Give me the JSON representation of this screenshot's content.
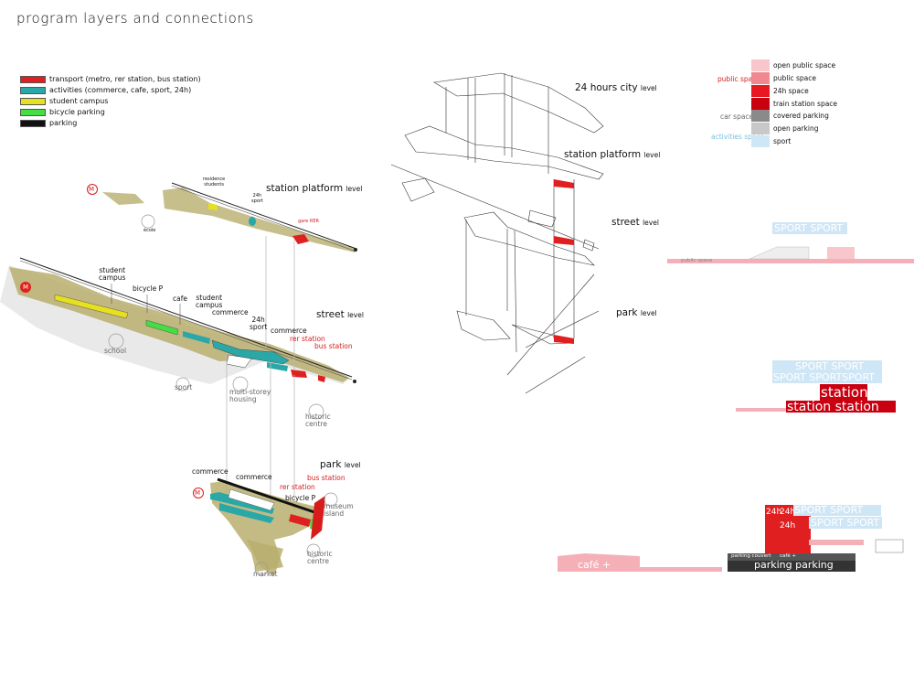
{
  "title": "program layers and connections",
  "legend": [
    {
      "label": "transport (metro, rer station, bus station)",
      "color": "#e02020"
    },
    {
      "label": "activities (commerce, cafe, sport, 24h)",
      "color": "#2aa8a8"
    },
    {
      "label": "student campus",
      "color": "#e6e020"
    },
    {
      "label": "bicycle parking",
      "color": "#44dd44"
    },
    {
      "label": "parking",
      "color": "#111111"
    }
  ],
  "levels_left": {
    "station_platform": {
      "name": "station platform",
      "suffix": "level"
    },
    "street": {
      "name": "street",
      "suffix": "level"
    },
    "park": {
      "name": "park",
      "suffix": "level"
    }
  },
  "levels_mid": {
    "city24": {
      "name": "24 hours city",
      "suffix": "level"
    },
    "station_platform": {
      "name": "station platform",
      "suffix": "level"
    },
    "street": {
      "name": "street",
      "suffix": "level"
    },
    "park": {
      "name": "park",
      "suffix": "level"
    }
  },
  "labels": {
    "metro": "M",
    "residence": "residence",
    "students": "students",
    "sport24": "24h",
    "sport24b": "sport",
    "gare_rer": "gare RER",
    "ecole": "école",
    "student_campus_1": "student",
    "student_campus_2": "campus",
    "bicycle_p": "bicycle P",
    "cafe": "cafe",
    "student_campus_b1": "student",
    "student_campus_b2": "campus",
    "commerce": "commerce",
    "h24": "24h",
    "sport": "sport",
    "commerce2": "commerce",
    "rer_station": "rer station",
    "bus_station": "bus station",
    "school": "school",
    "sport_icon": "sport",
    "multi1": "multi-storey",
    "multi2": "housing",
    "historic1": "historic",
    "historic2": "centre",
    "p_commerce1": "commerce",
    "p_commerce2": "commerce",
    "p_bus_station": "bus station",
    "p_rer_station": "rer station",
    "p_bicycle": "bicycle P",
    "museum1": "museum",
    "museum2": "island",
    "p_historic1": "historic",
    "p_historic2": "centre",
    "market": "market"
  },
  "key": {
    "groups": {
      "public": "public space",
      "car": "car space",
      "activities": "activities space"
    },
    "items": [
      {
        "label": "open public space",
        "color": "#f9c6cc"
      },
      {
        "label": "public space",
        "color": "#f2888f"
      },
      {
        "label": "24h space",
        "color": "#e81820"
      },
      {
        "label": "train station space",
        "color": "#c80010"
      },
      {
        "label": "covered parking",
        "color": "#8a8a8a"
      },
      {
        "label": "open parking",
        "color": "#c8c8c8"
      },
      {
        "label": "sport",
        "color": "#cfe6f6"
      }
    ]
  },
  "sections": {
    "sport_sport": "SPORT SPORT",
    "sport_sport_b": "SPORT SPORT",
    "sport_triple": "SPORT SPORTSPORT",
    "station": "station",
    "station_station": "station station",
    "h24a": "24h",
    "h24b": "24h",
    "h24c": "24h",
    "sport_top": "SPORT SPORT",
    "sport_mid": "SPORT SPORT",
    "cafe_plus": "café +",
    "parking_parking": "parking parking",
    "parking_couvert": "parking couvert",
    "cafe_small": "café +",
    "public_space": "public space"
  }
}
